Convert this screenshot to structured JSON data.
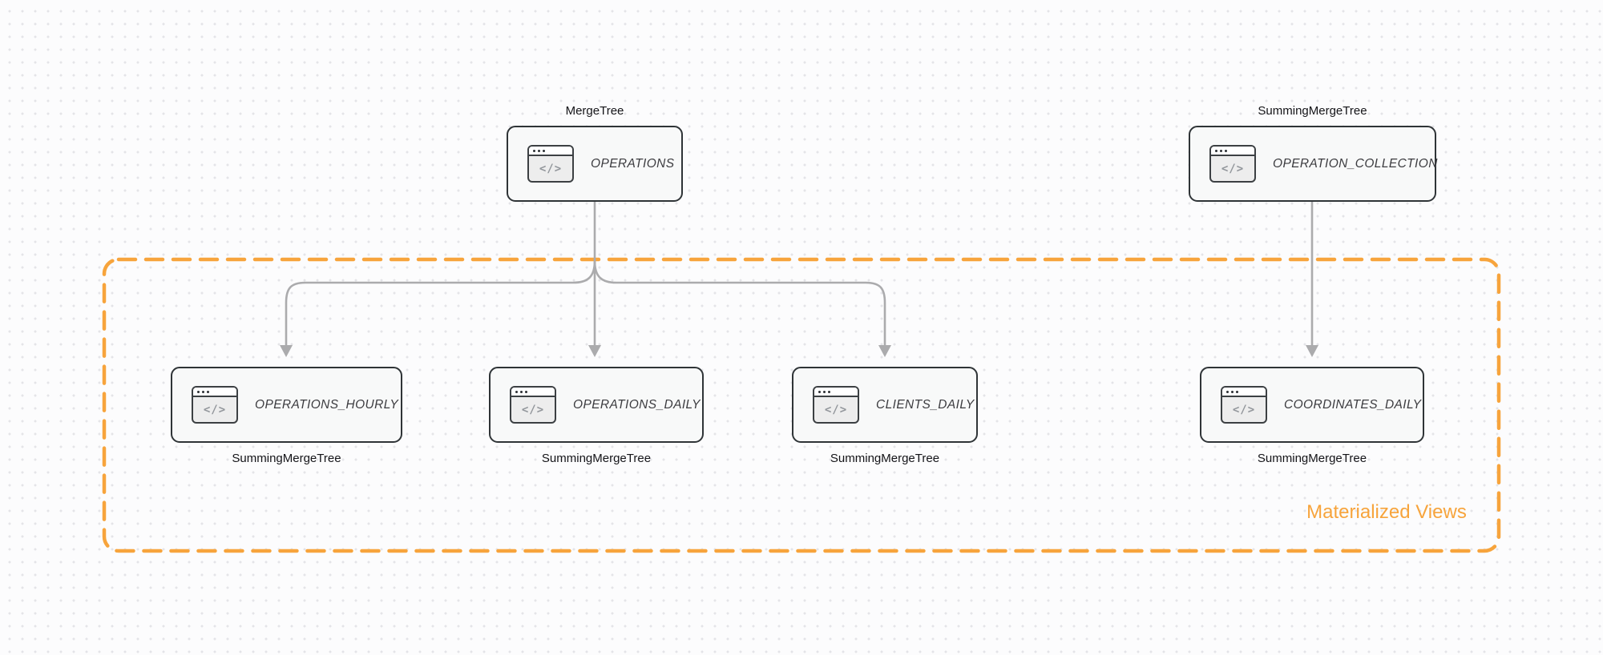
{
  "colors": {
    "accent_orange": "#F7A43C",
    "arrow_gray": "#ABABAD",
    "node_border": "#2F3437",
    "node_fill": "#F8F9F9",
    "node_text": "#3C3C40",
    "engine_text": "#141418",
    "background": "#FCFCFD",
    "grid_dot": "#E4E4E8"
  },
  "icon_glyph": "</>",
  "nodes": [
    {
      "id": "operations",
      "label": "OPERATIONS",
      "engine": "MergeTree"
    },
    {
      "id": "operation_collection",
      "label": "OPERATION_COLLECTION",
      "engine": "SummingMergeTree"
    },
    {
      "id": "operations_hourly",
      "label": "OPERATIONS_HOURLY",
      "engine": "SummingMergeTree"
    },
    {
      "id": "operations_daily",
      "label": "OPERATIONS_DAILY",
      "engine": "SummingMergeTree"
    },
    {
      "id": "clients_daily",
      "label": "CLIENTS_DAILY",
      "engine": "SummingMergeTree"
    },
    {
      "id": "coordinates_daily",
      "label": "COORDINATES_DAILY",
      "engine": "SummingMergeTree"
    }
  ],
  "group": {
    "label": "Materialized Views"
  },
  "edges": [
    {
      "from": "OPERATIONS",
      "to": "OPERATIONS_HOURLY"
    },
    {
      "from": "OPERATIONS",
      "to": "OPERATIONS_DAILY"
    },
    {
      "from": "OPERATIONS",
      "to": "CLIENTS_DAILY"
    },
    {
      "from": "OPERATION_COLLECTION",
      "to": "COORDINATES_DAILY"
    }
  ]
}
